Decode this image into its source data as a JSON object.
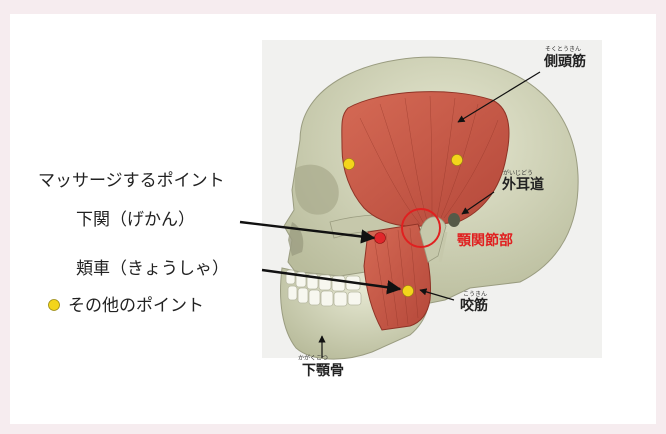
{
  "labels": {
    "massage_points": "マッサージするポイント",
    "gekan": "下関（げかん）",
    "kyosha": "頬車（きょうしゃ）",
    "other_points": "その他のポイント"
  },
  "anatomy": {
    "temporalis": {
      "text": "側頭筋",
      "reading": "そくとうきん"
    },
    "ear_canal": {
      "text": "外耳道",
      "reading": "がいじどう"
    },
    "tmj": {
      "text": "顎関節部"
    },
    "masseter": {
      "text": "咬筋",
      "reading": "こうきん"
    },
    "mandible": {
      "text": "下顎骨",
      "reading": "かがくこつ"
    }
  },
  "colors": {
    "massage_point": "#e0262b",
    "other_point": "#f3d51b",
    "muscle": "#c85a48",
    "bone": "#d9dcc2",
    "tmj_circle": "#e02020"
  }
}
